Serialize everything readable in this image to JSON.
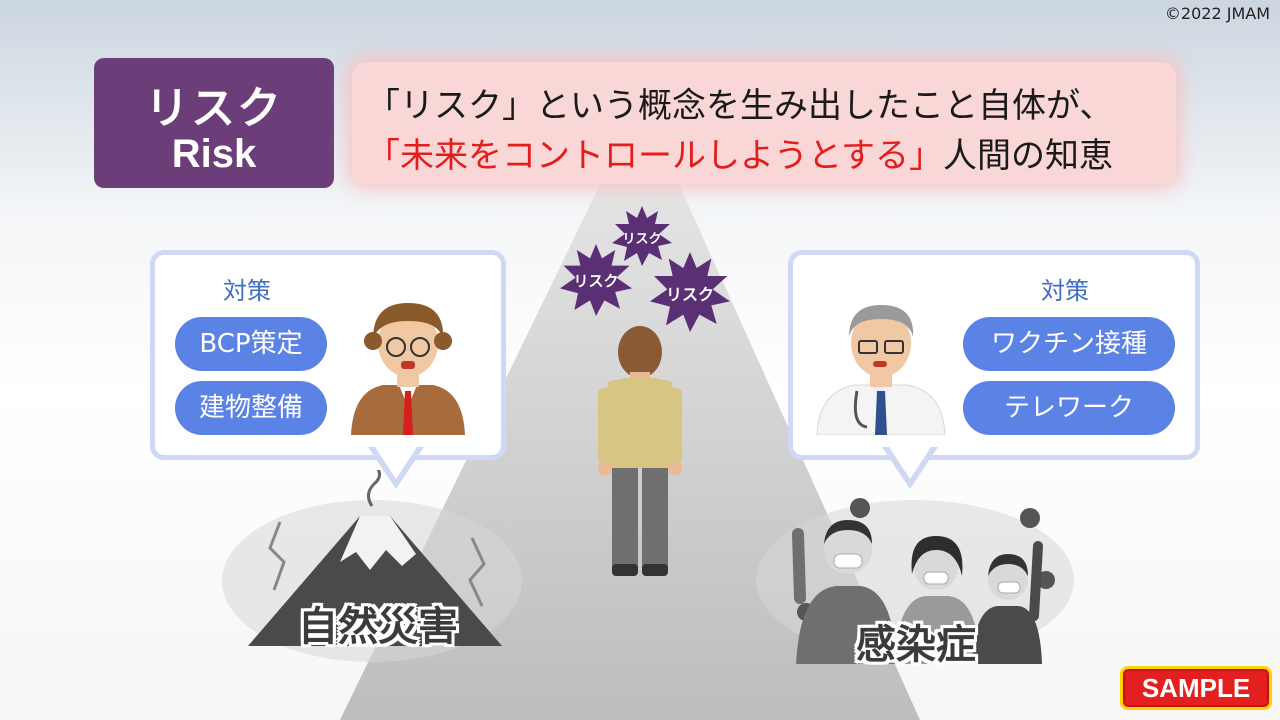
{
  "copyright": "©2022 JMAM",
  "title": {
    "jp": "リスク",
    "en": "Risk"
  },
  "headline": {
    "line1": "「リスク」という概念を生み出したこと自体が、",
    "line2_red": "「未来をコントロールしようとする」",
    "line2_rest": "人間の知恵"
  },
  "risk_bursts": [
    "リスク",
    "リスク",
    "リスク"
  ],
  "left_panel": {
    "caption": "対策",
    "pills": [
      "BCP策定",
      "建物整備"
    ]
  },
  "right_panel": {
    "caption": "対策",
    "pills": [
      "ワクチン接種",
      "テレワーク"
    ]
  },
  "left_scene_label": "自然災害",
  "right_scene_label": "感染症",
  "sample_badge": "SAMPLE",
  "colors": {
    "title_bg": "#6b3d79",
    "pill": "#5b83e6",
    "headline_red": "#e41c1c",
    "burst": "#5a2f73"
  }
}
